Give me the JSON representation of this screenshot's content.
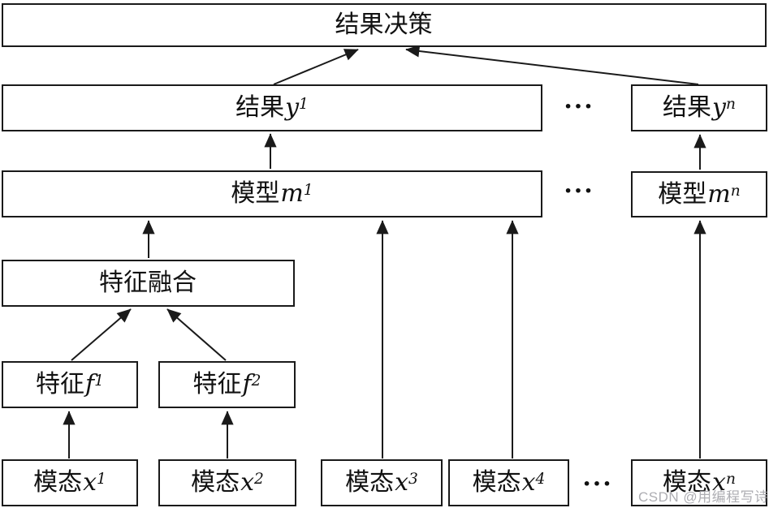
{
  "diagram": {
    "type": "flow-architecture",
    "description_visible_only": "multimodal fusion decision diagram",
    "nodes": {
      "decision": {
        "prefix": "结果决策"
      },
      "result1": {
        "prefix": "结果",
        "var": "y",
        "sub": "1"
      },
      "result_n": {
        "prefix": "结果",
        "var": "y",
        "sub": "n"
      },
      "model1": {
        "prefix": "模型",
        "var": "m",
        "sub": "1"
      },
      "model_n": {
        "prefix": "模型",
        "var": "m",
        "sub": "n"
      },
      "fusion": {
        "prefix": "特征融合"
      },
      "feature1": {
        "prefix": "特征",
        "var": "f",
        "sub": "1"
      },
      "feature2": {
        "prefix": "特征",
        "var": "f",
        "sub": "2"
      },
      "modality1": {
        "prefix": "模态",
        "var": "x",
        "sub": "1"
      },
      "modality2": {
        "prefix": "模态",
        "var": "x",
        "sub": "2"
      },
      "modality3": {
        "prefix": "模态",
        "var": "x",
        "sub": "3"
      },
      "modality4": {
        "prefix": "模态",
        "var": "x",
        "sub": "4"
      },
      "modality_n": {
        "prefix": "模态",
        "var": "x",
        "sub": "n"
      }
    },
    "ellipsis": {
      "results": "···",
      "models": "···",
      "modalities": "···"
    },
    "edges": [
      {
        "from": "modality1",
        "to": "feature1"
      },
      {
        "from": "modality2",
        "to": "feature2"
      },
      {
        "from": "feature1",
        "to": "fusion"
      },
      {
        "from": "feature2",
        "to": "fusion"
      },
      {
        "from": "fusion",
        "to": "model1"
      },
      {
        "from": "modality3",
        "to": "model1"
      },
      {
        "from": "modality4",
        "to": "model1"
      },
      {
        "from": "modality_n",
        "to": "model_n"
      },
      {
        "from": "model1",
        "to": "result1"
      },
      {
        "from": "model_n",
        "to": "result_n"
      },
      {
        "from": "result1",
        "to": "decision"
      },
      {
        "from": "result_n",
        "to": "decision"
      }
    ],
    "colors": {
      "stroke": "#1a1a1a",
      "box_background": "#ffffff",
      "text": "#111111",
      "watermark": "#a4a4aa"
    }
  },
  "watermark": {
    "text": "CSDN @用编程写诗"
  }
}
